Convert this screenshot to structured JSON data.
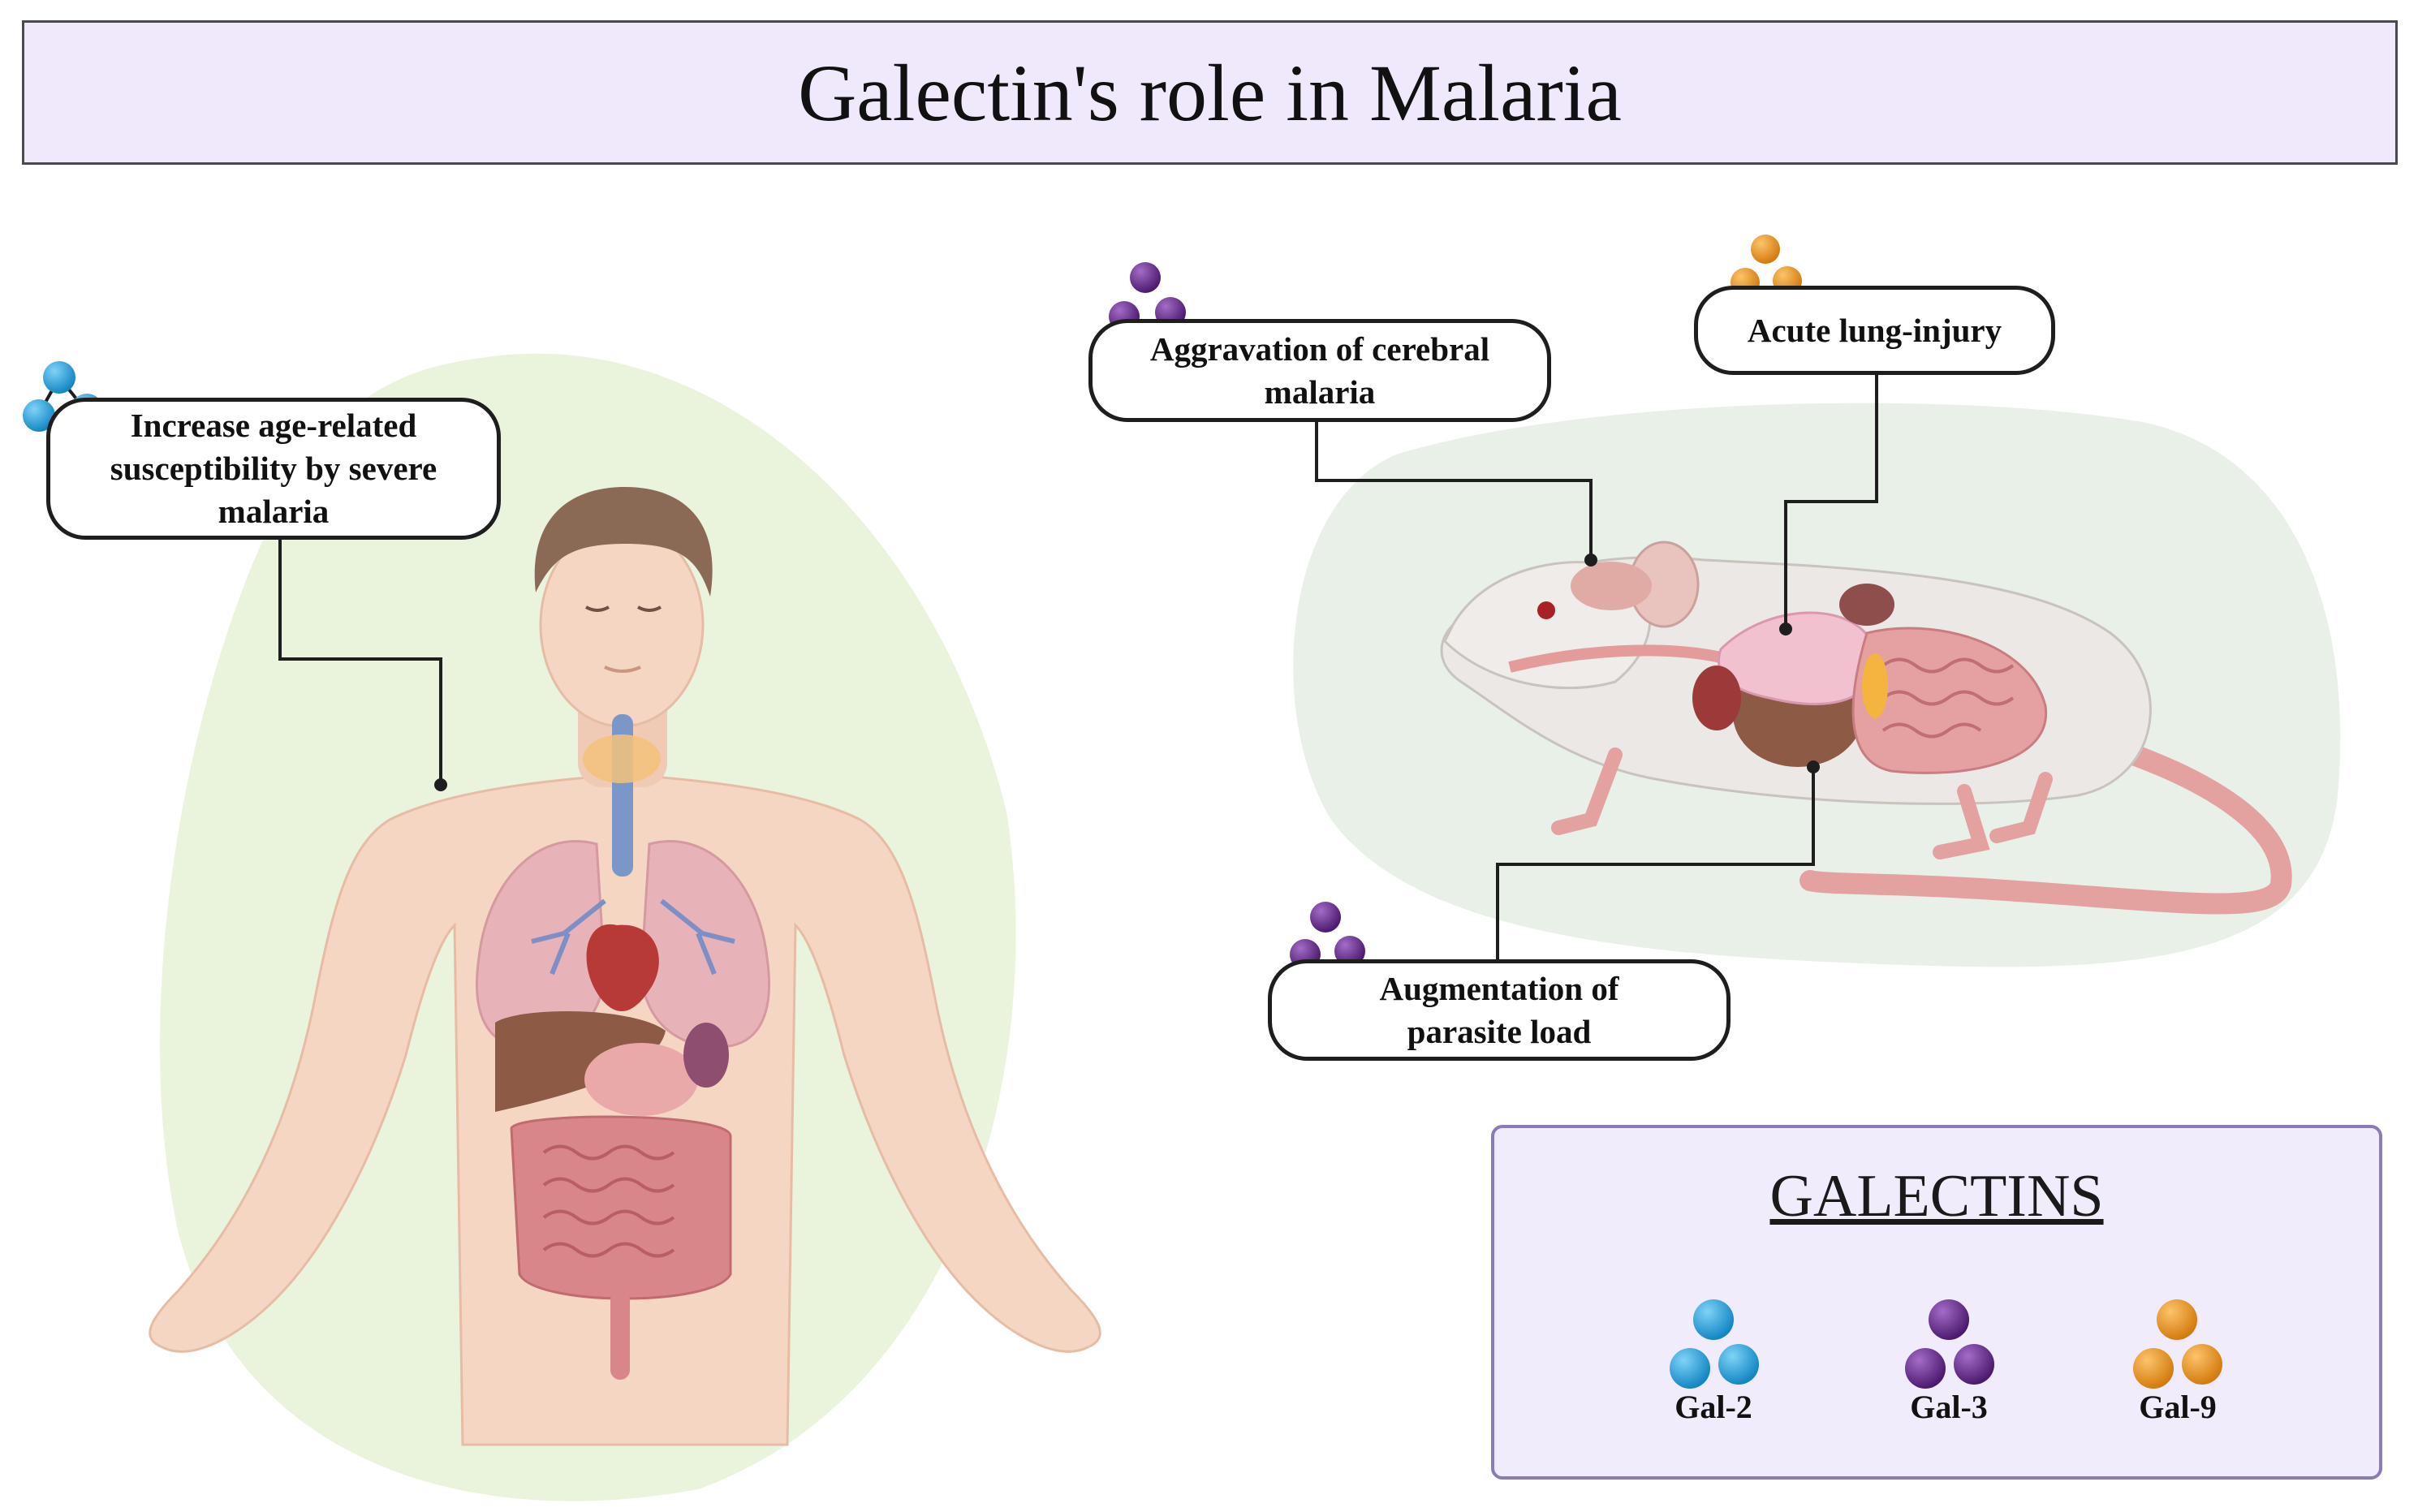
{
  "title": "Galectin's role in Malaria",
  "callouts": {
    "human": "Increase age-related\nsusceptibility by severe\nmalaria",
    "cerebral": "Aggravation of cerebral\nmalaria",
    "lung": "Acute lung-injury",
    "parasite": "Augmentation of\nparasite load"
  },
  "legend": {
    "title": "GALECTINS",
    "items": [
      {
        "label": "Gal-2",
        "color": "#1e9bd7"
      },
      {
        "label": "Gal-3",
        "color": "#6a2c91"
      },
      {
        "label": "Gal-9",
        "color": "#e8901c"
      }
    ]
  },
  "colors": {
    "title_bg": "#efe9fb",
    "legend_bg": "#f1ecfb",
    "human_blob": "#eaf3dc",
    "mouse_blob": "#e9f0e8"
  }
}
